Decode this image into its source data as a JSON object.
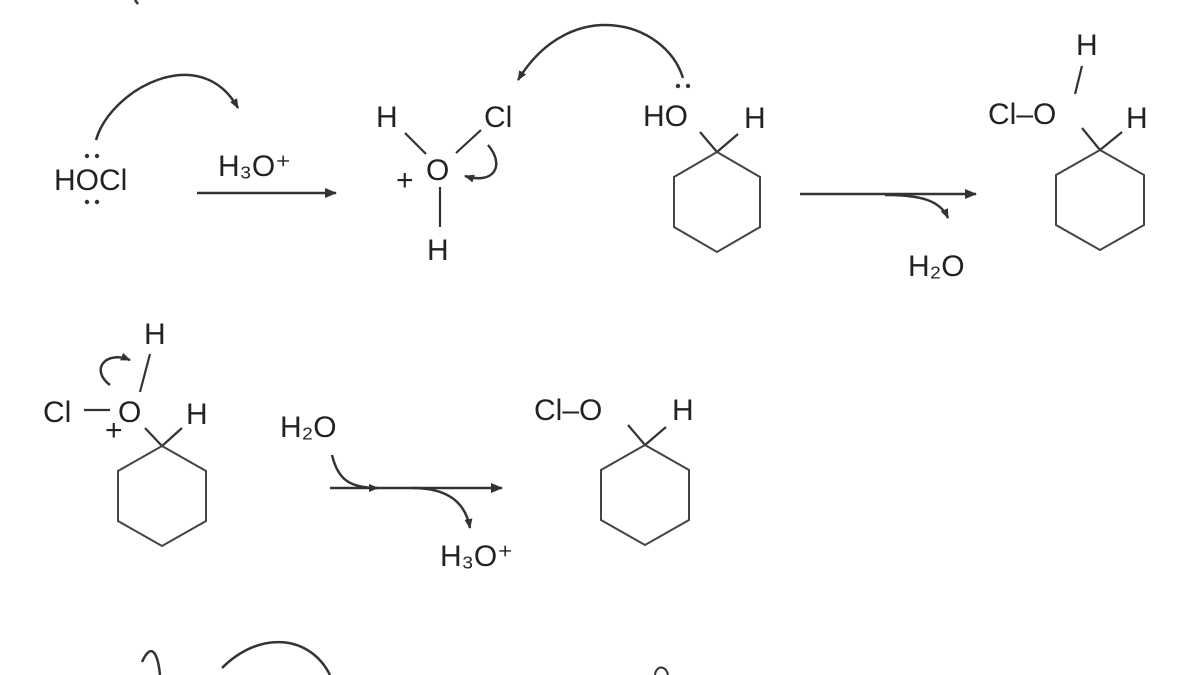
{
  "step1": {
    "reactant": "HOCl",
    "reagent": "H₃O⁺",
    "intermediate": {
      "h_left": "H",
      "cl": "Cl",
      "o": "O",
      "charge": "+",
      "h_bottom": "H"
    },
    "alcohol": {
      "ho": "HO",
      "h": "H"
    },
    "byproduct": "H₂O",
    "product": {
      "h_top": "H",
      "cl_o": "Cl–O",
      "h": "H"
    }
  },
  "step2": {
    "reactant": {
      "h_top": "H",
      "cl": "Cl",
      "o": "O",
      "charge": "+",
      "h": "H"
    },
    "reagent": "H₂O",
    "byproduct": "H₃O⁺",
    "product": {
      "cl_o": "Cl–O",
      "h": "H"
    }
  }
}
